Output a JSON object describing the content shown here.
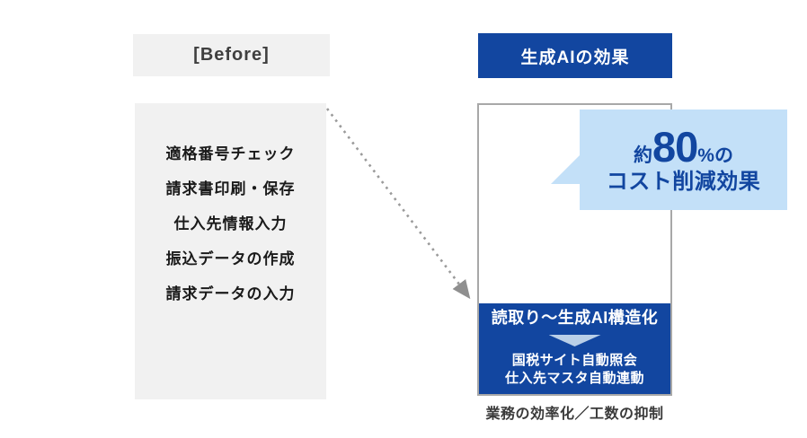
{
  "colors": {
    "primary_blue": "#1246a0",
    "light_blue": "#c3e0f8",
    "box_gray": "#f1f1f1",
    "border_gray": "#a8a8a8",
    "arrow_gray": "#9a9a9a",
    "chevron_blue": "#b9cfe8",
    "text_dark": "#3a3a3a"
  },
  "before": {
    "header": "[Before]",
    "items": [
      "適格番号チェック",
      "請求書印刷・保存",
      "仕入先情報入力",
      "振込データの作成",
      "請求データの入力"
    ]
  },
  "after": {
    "header": "生成AIの効果",
    "bubble": {
      "approx": "約",
      "value": "80",
      "percent": "%",
      "suffix": "の",
      "line2": "コスト削減効果"
    },
    "process": {
      "step1": "読取り〜生成AI構造化",
      "step2_line1": "国税サイト自動照会",
      "step2_line2": "仕入先マスタ自動連動"
    },
    "caption": "業務の効率化／工数の抑制"
  }
}
